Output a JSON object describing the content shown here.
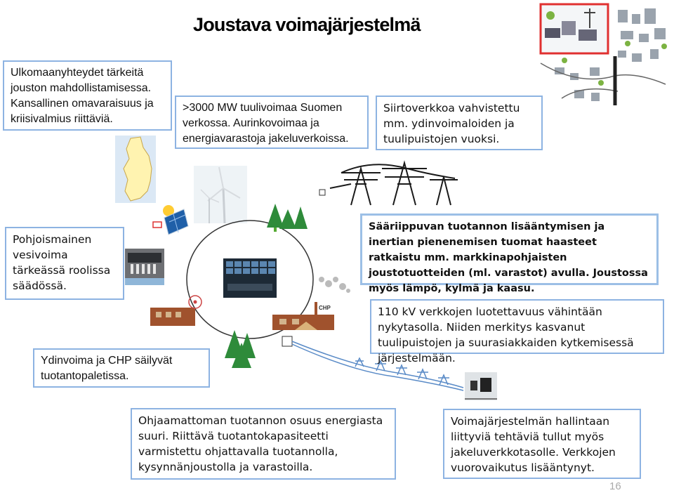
{
  "title": "Joustava voimajärjestelmä",
  "boxes": {
    "foreign": "Ulkomaanyhteydet tärkeitä jouston mahdollistamisessa. Kansallinen omavaraisuus ja kriisivalmius riittäviä.",
    "wind": ">3000 MW tuulivoimaa Suomen verkossa. Aurinkovoimaa ja energiavarastoja jakeluverkoissa.",
    "grid": "Siirtoverkkoa vahvistettu mm. ydinvoimaloiden ja tuulipuistojen vuoksi.",
    "hydro": "Pohjoismainen vesivoima tärkeässä roolissa säädössä.",
    "weather": "Sääriippuvan tuotannon lisääntymisen ja inertian pienenemisen tuomat haasteet ratkaistu mm. markkinapohjaisten joustotuotteiden (ml. varastot) avulla. Joustossa myös lämpö, kylmä ja kaasu.",
    "kv110": "110 kV verkkojen luotettavuus vähintään nykytasolla. Niiden merkitys kasvanut tuulipuistojen ja suurasiakkaiden kytkemisessä järjestelmään.",
    "nuclear": "Ydinvoima ja CHP säilyvät tuotantopaletissa.",
    "uncontrolled": "Ohjaamattoman tuotannon osuus energiasta suuri. Riittävä tuotantokapasiteetti varmistettu ohjattavalla tuotannolla, kysynnänjoustolla ja varastoilla.",
    "management": "Voimajärjestelmän hallintaan liittyviä tehtäviä tullut myös jakeluverkkotasolle. Verkkojen vuorovaikutus lisääntynyt."
  },
  "chp_label": "CHP",
  "page_number": "16",
  "icons": [
    "finland-map-icon",
    "wind-turbine-icon",
    "solar-panel-icon",
    "hydro-dam-icon",
    "control-room-icon",
    "transmission-tower-icon",
    "tree-icon",
    "nuclear-plant-icon",
    "chp-plant-icon",
    "smoke-icon",
    "substation-icon",
    "city-grid-thumbnail-icon"
  ],
  "colors": {
    "box_border": "#8db3e2",
    "highlight_border": "#e03030",
    "line": "#333333",
    "tree": "#2e8b3a"
  }
}
